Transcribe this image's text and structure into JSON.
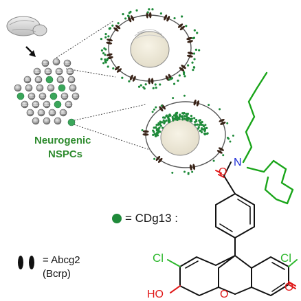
{
  "labels": {
    "neurogenic_line1": "Neurogenic",
    "neurogenic_line2": "NSPCs",
    "cdg_legend": "= CDg13 :",
    "abcg2_legend": "= Abcg2",
    "bcrp_legend": "(Bcrp)"
  },
  "structure": {
    "cl_left": "Cl",
    "cl_right": "Cl",
    "ho": "HO",
    "o_right": "O",
    "o_ring": "O",
    "o_amide": "O",
    "n_amide": "N"
  },
  "colors": {
    "green_probe": "#1f8a3a",
    "label_green": "#2e8b2e",
    "chlorine": "#2db82d",
    "oxygen": "#e01818",
    "nitrogen": "#1a2ad6",
    "alkyl_chain": "#1aa51a",
    "transporter": "#3a2418"
  },
  "icons": [
    "mouse-brain-icon",
    "arrow-icon",
    "cell-cluster",
    "transporter-icon"
  ]
}
